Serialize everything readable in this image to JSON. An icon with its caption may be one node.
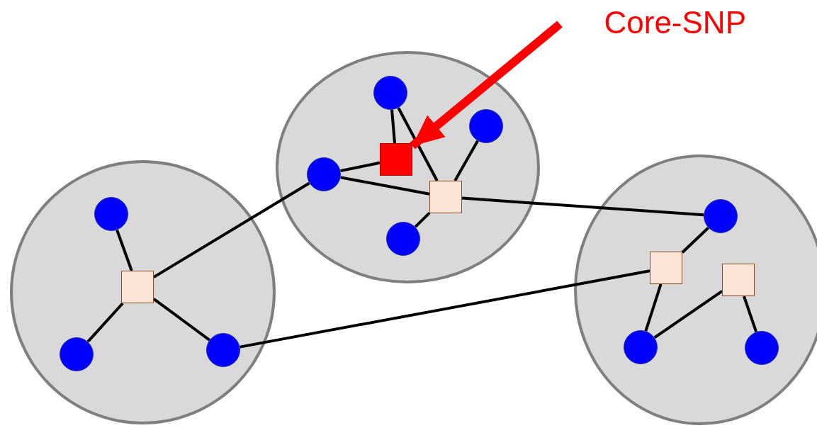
{
  "diagram": {
    "nodes": [
      {
        "text": [],
        "shape": "circle"
      },
      {
        "text": [],
        "shape": "circle"
      },
      {
        "text": [],
        "shape": "circle"
      },
      {
        "text": [],
        "shape": "circle",
        "in": 0
      },
      {
        "text": [],
        "shape": "box",
        "in": 0
      },
      {
        "text": [],
        "shape": "circle",
        "in": 0
      },
      {
        "text": [],
        "shape": "circle",
        "in": 0
      },
      {
        "text": [],
        "shape": "circle",
        "in": 1
      },
      {
        "text": [],
        "shape": "circle",
        "in": 1
      },
      {
        "text": [],
        "shape": "circle",
        "in": 1
      },
      {
        "text": [],
        "shape": "box",
        "in": 1
      },
      {
        "text": [],
        "shape": "box",
        "in": 1
      },
      {
        "text": [],
        "shape": "circle",
        "in": 1
      },
      {
        "text": [],
        "shape": "circle",
        "in": 2
      },
      {
        "text": [],
        "shape": "box",
        "in": 2
      },
      {
        "text": [],
        "shape": "box",
        "in": 2
      },
      {
        "text": [],
        "shape": "circle",
        "in": 2
      },
      {
        "text": [],
        "shape": "circle",
        "in": 2
      },
      {
        "text": [
          "Core-SNP"
        ]
      }
    ],
    "edges": [
      {
        "from": 3,
        "to": 4,
        "arrow": "none"
      },
      {
        "from": 4,
        "to": 5,
        "arrow": "none"
      },
      {
        "from": 4,
        "to": 6,
        "arrow": "none"
      },
      {
        "from": 4,
        "to": 9,
        "arrow": "none"
      },
      {
        "from": 9,
        "to": 10,
        "arrow": "none"
      },
      {
        "from": 9,
        "to": 11,
        "arrow": "none"
      },
      {
        "from": 7,
        "to": 10,
        "arrow": "none"
      },
      {
        "from": 7,
        "to": 11,
        "arrow": "none"
      },
      {
        "from": 8,
        "to": 11,
        "arrow": "none"
      },
      {
        "from": 11,
        "to": 12,
        "arrow": "none"
      },
      {
        "from": 11,
        "to": 13,
        "arrow": "none"
      },
      {
        "from": 13,
        "to": 14,
        "arrow": "none"
      },
      {
        "from": 14,
        "to": 16,
        "arrow": "none"
      },
      {
        "from": 16,
        "to": 15,
        "arrow": "none"
      },
      {
        "from": 15,
        "to": 17,
        "arrow": "none"
      },
      {
        "from": 6,
        "to": 14,
        "arrow": "none"
      },
      {
        "from": 18,
        "to": 10,
        "arrow": "to",
        "style": "thick",
        "color": "#ff0000"
      }
    ]
  }
}
